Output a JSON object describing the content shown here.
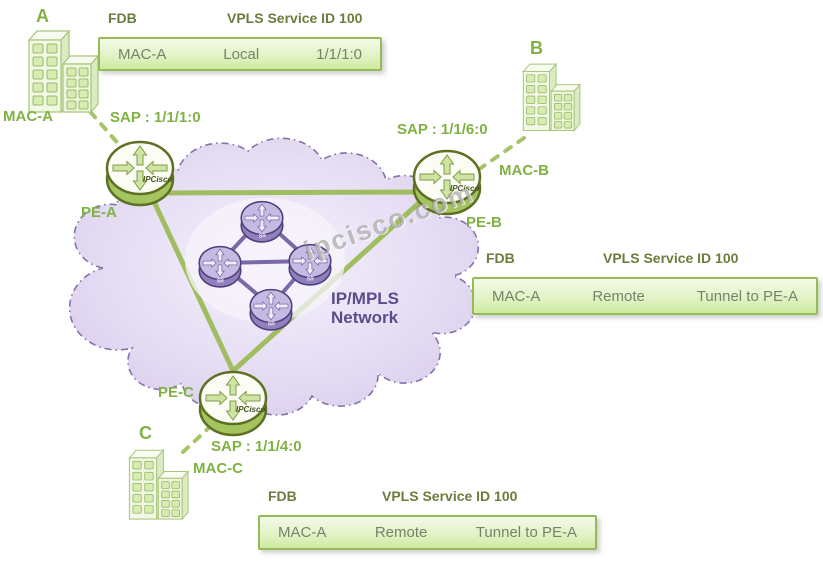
{
  "watermark": {
    "text": "ipcisco.com"
  },
  "cloud": {
    "line1": "IP/MPLS",
    "line2": "Network"
  },
  "routers": {
    "pe_brand": "IPCisco",
    "core_label": "SR"
  },
  "sites": {
    "a": {
      "letter": "A",
      "mac": "MAC-A",
      "sap": "SAP : 1/1/1:0",
      "pe": "PE-A"
    },
    "b": {
      "letter": "B",
      "mac": "MAC-B",
      "sap": "SAP : 1/1/6:0",
      "pe": "PE-B"
    },
    "c": {
      "letter": "C",
      "mac": "MAC-C",
      "sap": "SAP : 1/1/4:0",
      "pe": "PE-C"
    }
  },
  "tables": {
    "pe_a": {
      "title": "FDB",
      "service": "VPLS Service ID 100",
      "row": {
        "mac": "MAC-A",
        "type": "Local",
        "dest": "1/1/1:0"
      }
    },
    "pe_b": {
      "title": "FDB",
      "service": "VPLS Service ID 100",
      "row": {
        "mac": "MAC-A",
        "type": "Remote",
        "dest": "Tunnel to PE-A"
      }
    },
    "pe_c": {
      "title": "FDB",
      "service": "VPLS Service ID 100",
      "row": {
        "mac": "MAC-A",
        "type": "Remote",
        "dest": "Tunnel to PE-A"
      }
    }
  },
  "colors": {
    "accent_green": "#7fb243",
    "table_border": "#96ba55",
    "triangle_green": "#9cba57",
    "cloud_text_purple": "#5d4b8c"
  }
}
